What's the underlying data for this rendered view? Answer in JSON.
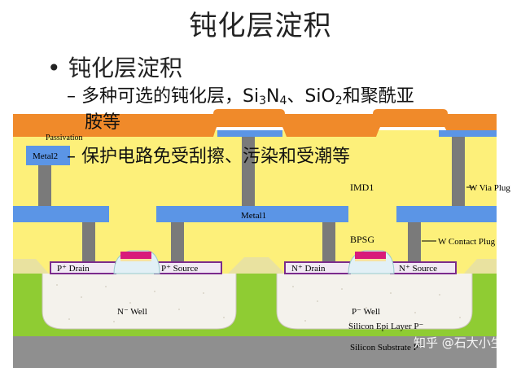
{
  "title": "钝化层淀积",
  "bullets": {
    "main": "钝化层淀积",
    "main_marker": "•",
    "dash": "–",
    "sub1_a": "多种可选的钝化层，Si",
    "sub1_sub3": "3",
    "sub1_n": "N",
    "sub1_sub4": "4",
    "sub1_sep": "、SiO",
    "sub1_sub2": "2",
    "sub1_b": "和聚酰亚",
    "sub1_line2": "胺等",
    "sub2": "保护电路免受刮擦、污染和受潮等"
  },
  "diagram_labels": {
    "passivation": "Passivation",
    "metal2": "Metal2",
    "imd1": "IMD1",
    "w_via_plug": "W Via Plug",
    "metal1": "Metal1",
    "bpsg": "BPSG",
    "w_contact_plug": "W Contact Plug",
    "p_drain": "P⁺ Drain",
    "p_source": "P⁺ Source",
    "n_drain": "N⁺ Drain",
    "n_source": "N⁺ Source",
    "n_well": "N⁻ Well",
    "p_well": "P⁻ Well",
    "epi_layer": "Silicon Epi Layer  P⁻",
    "substrate": "Silicon Substrate  P⁺"
  },
  "watermark": "知乎 @石大小生",
  "colors": {
    "passivation": "#f08a2a",
    "dielectric": "#fdf07a",
    "metal": "#5b95e6",
    "plug": "#7a7a7a",
    "well": "#f4f2ec",
    "epi": "#8fcc33",
    "substrate": "#8f8f8f",
    "gate": "#d81a7a",
    "gate_oxide": "#c02080"
  }
}
